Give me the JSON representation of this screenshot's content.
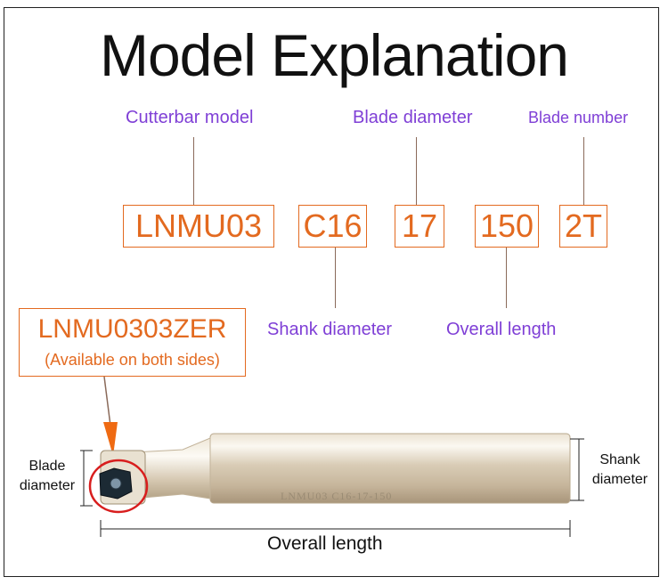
{
  "title": "Model Explanation",
  "labels": {
    "cutterbar_model": "Cutterbar model",
    "blade_diameter": "Blade diameter",
    "blade_number": "Blade number",
    "shank_diameter": "Shank diameter",
    "overall_length": "Overall length"
  },
  "codes": {
    "model": "LNMU03",
    "shank": "C16",
    "blade": "17",
    "length": "150",
    "teeth": "2T"
  },
  "insert": {
    "model": "LNMU0303ZER",
    "note": "(Available on both sides)"
  },
  "tool_engraving": "LNMU03 C16-17-150",
  "dimensions": {
    "blade_diameter_line1": "Blade",
    "blade_diameter_line2": "diameter",
    "shank_diameter_line1": "Shank",
    "shank_diameter_line2": "diameter",
    "overall_length": "Overall length"
  },
  "colors": {
    "accent_orange": "#e36a20",
    "label_purple": "#7f3fd6",
    "highlight_red": "#d81e1e"
  }
}
